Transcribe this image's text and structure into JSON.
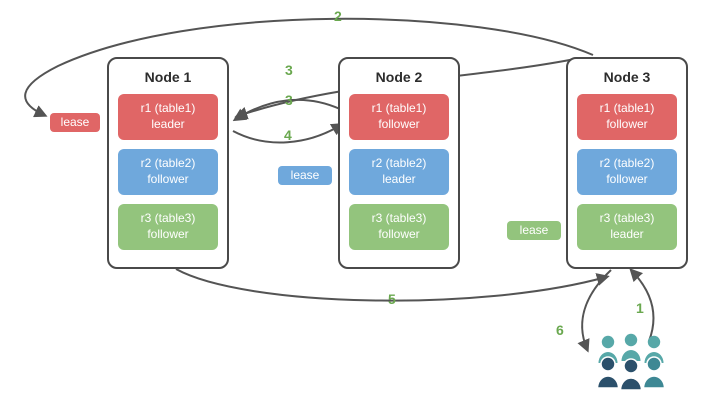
{
  "diagram": {
    "nodes": [
      {
        "title": "Node 1",
        "replicas": [
          {
            "range": "r1 (table1)",
            "role": "leader",
            "color": "red"
          },
          {
            "range": "r2 (table2)",
            "role": "follower",
            "color": "blue"
          },
          {
            "range": "r3 (table3)",
            "role": "follower",
            "color": "green"
          }
        ]
      },
      {
        "title": "Node 2",
        "replicas": [
          {
            "range": "r1 (table1)",
            "role": "follower",
            "color": "red"
          },
          {
            "range": "r2 (table2)",
            "role": "leader",
            "color": "blue"
          },
          {
            "range": "r3 (table3)",
            "role": "follower",
            "color": "green"
          }
        ]
      },
      {
        "title": "Node 3",
        "replicas": [
          {
            "range": "r1 (table1)",
            "role": "follower",
            "color": "red"
          },
          {
            "range": "r2 (table2)",
            "role": "follower",
            "color": "blue"
          },
          {
            "range": "r3 (table3)",
            "role": "leader",
            "color": "green"
          }
        ]
      }
    ],
    "leases": {
      "red": "lease",
      "blue": "lease",
      "green": "lease"
    },
    "steps": {
      "s1": "1",
      "s2": "2",
      "s3a": "3",
      "s3b": "3",
      "s4": "4",
      "s5": "5",
      "s6": "6"
    },
    "icons": {
      "users": "users-group-icon"
    },
    "colors": {
      "red": "#e06666",
      "blue": "#6fa8dc",
      "green": "#93c47d",
      "arrow": "#545454",
      "step": "#6aa84f",
      "node_border": "#4a4a4a",
      "users_light": "#57a8a8",
      "users_mid": "#3e8894",
      "users_dark": "#2b506b"
    }
  }
}
